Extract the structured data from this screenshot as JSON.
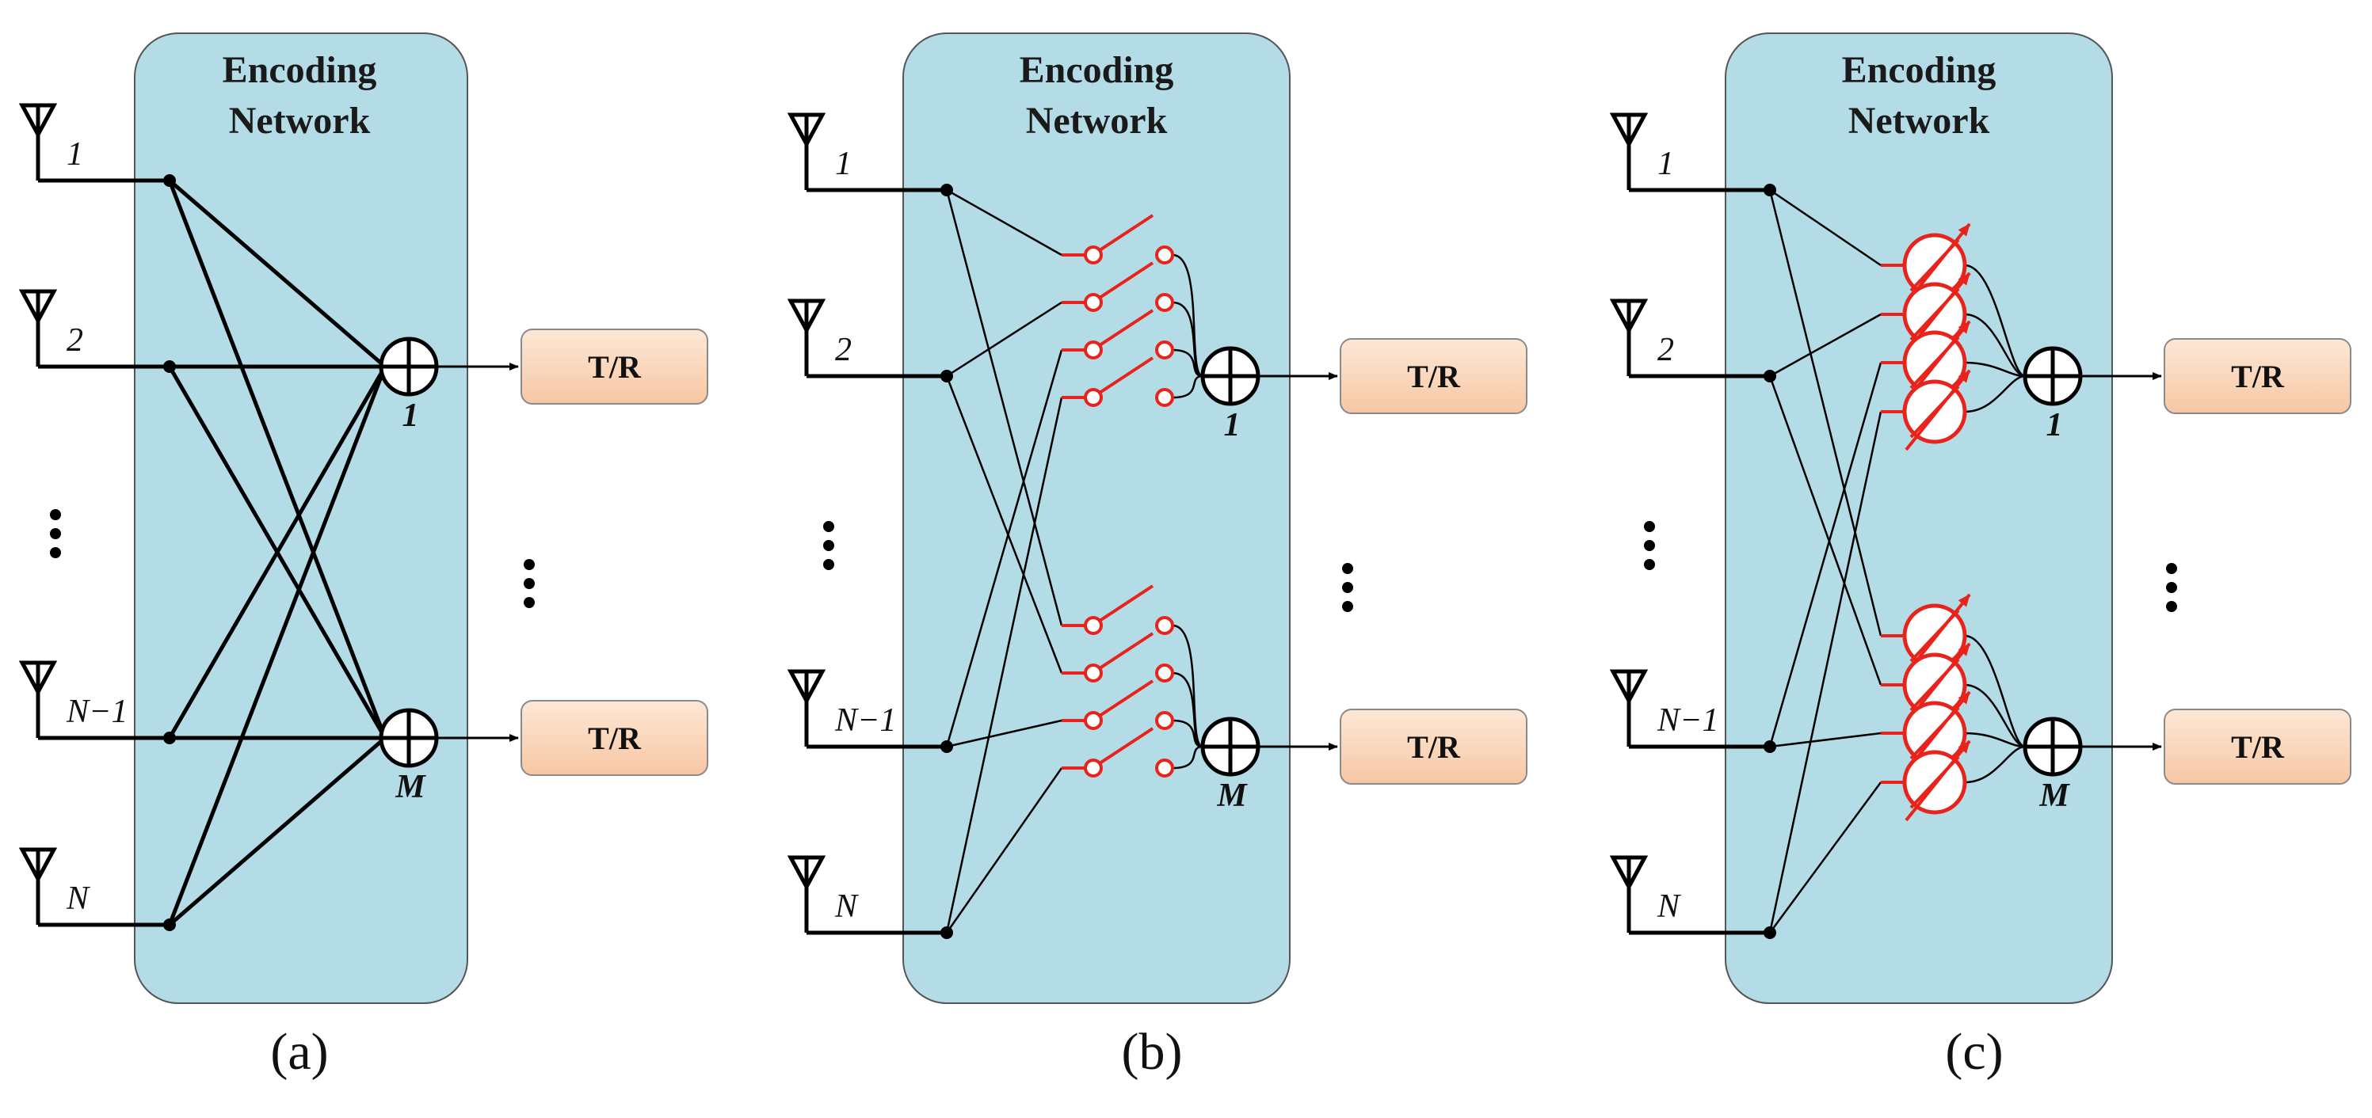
{
  "panels": [
    {
      "label": "(a)",
      "title_line1": "Encoding",
      "title_line2": "Network",
      "antenna_labels": [
        "1",
        "2",
        "N−1",
        "N"
      ],
      "sum_labels": [
        "1",
        "M"
      ],
      "tr_labels": [
        "T/R",
        "T/R"
      ],
      "element": "wire"
    },
    {
      "label": "(b)",
      "title_line1": "Encoding",
      "title_line2": "Network",
      "antenna_labels": [
        "1",
        "2",
        "N−1",
        "N"
      ],
      "sum_labels": [
        "1",
        "M"
      ],
      "tr_labels": [
        "T/R",
        "T/R"
      ],
      "element": "switch"
    },
    {
      "label": "(c)",
      "title_line1": "Encoding",
      "title_line2": "Network",
      "antenna_labels": [
        "1",
        "2",
        "N−1",
        "N"
      ],
      "sum_labels": [
        "1",
        "M"
      ],
      "tr_labels": [
        "T/R",
        "T/R"
      ],
      "element": "phase-shifter"
    }
  ],
  "colors": {
    "network_fill": "#b4dce6",
    "tr_fill": "#fbd9bf",
    "element_red": "#e8231c",
    "line": "#000000"
  }
}
